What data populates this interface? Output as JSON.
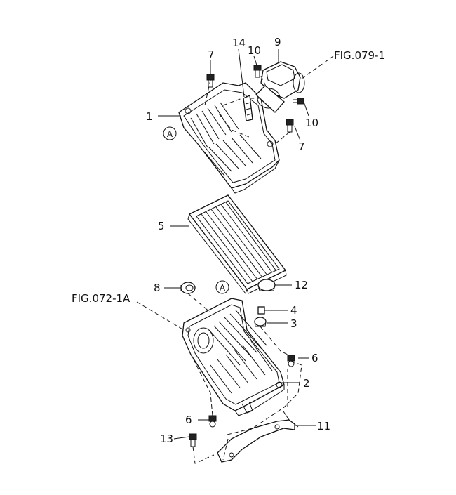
{
  "callouts": {
    "c1": "1",
    "c2": "2",
    "c3": "3",
    "c4": "4",
    "c5": "5",
    "c6a": "6",
    "c6b": "6",
    "c7a": "7",
    "c7b": "7",
    "c8": "8",
    "c9": "9",
    "c10a": "10",
    "c10b": "10",
    "c11": "11",
    "c12": "12",
    "c13": "13",
    "c14": "14"
  },
  "references": {
    "fig_upper": "FIG.079-1",
    "fig_lower": "FIG.072-1A"
  },
  "markers": {
    "a_upper": "A",
    "a_lower": "A"
  }
}
